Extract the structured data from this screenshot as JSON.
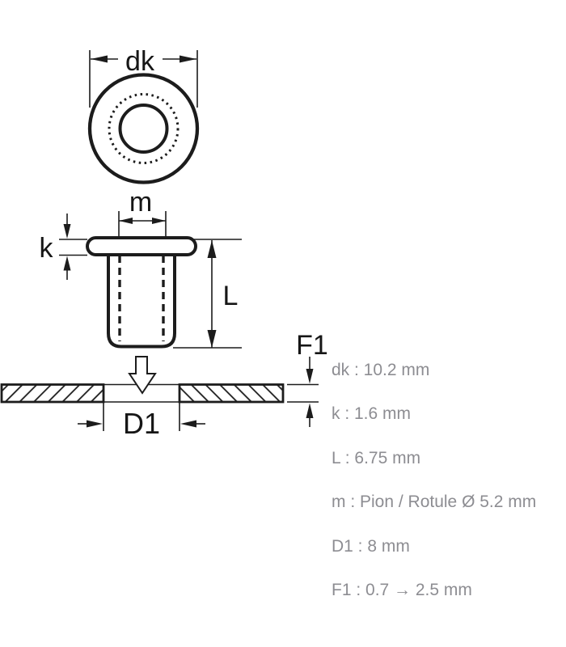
{
  "drawing": {
    "type": "technical-dimension-drawing",
    "subject": "eyelet-rivet-press-in-fastener",
    "line_color": "#1c1c1c",
    "label_color": "#161616",
    "labels": {
      "dk": "dk",
      "m": "m",
      "k": "k",
      "L": "L",
      "F1": "F1",
      "D1": "D1"
    }
  },
  "specs": {
    "text_color": "#8d8d92",
    "items": [
      "dk : 10.2 mm",
      "k : 1.6 mm",
      "L : 6.75 mm",
      "m : Pion / Rotule Ø 5.2 mm",
      "D1 : 8 mm",
      "F1 : 0.7 → 2.5 mm"
    ]
  }
}
